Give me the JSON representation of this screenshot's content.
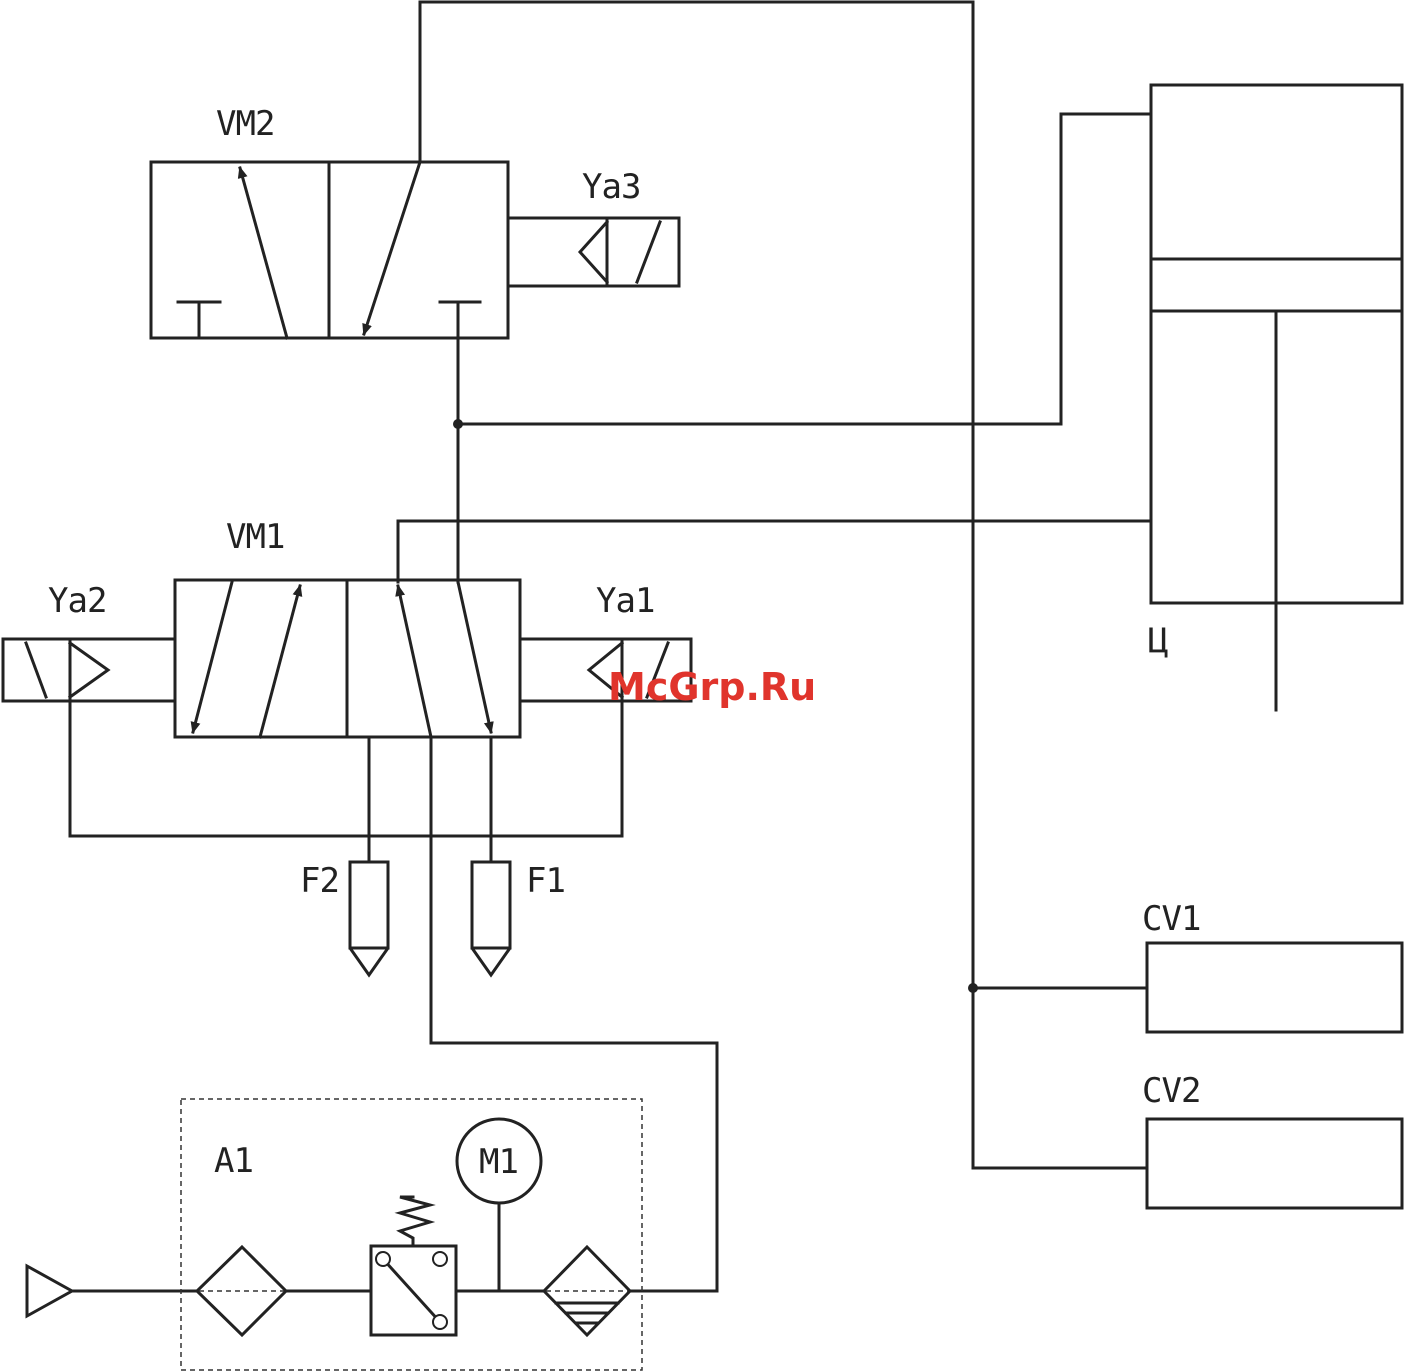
{
  "labels": {
    "vm2": "VM2",
    "ya3": "Ya3",
    "vm1": "VM1",
    "ya2": "Ya2",
    "ya1": "Ya1",
    "cyl": "Ц",
    "f2": "F2",
    "f1": "F1",
    "cv1": "CV1",
    "cv2": "CV2",
    "a1": "A1",
    "m1": "M1"
  },
  "watermark": "McGrp.Ru",
  "colors": {
    "line": "#222222",
    "watermark": "#e0342c"
  }
}
